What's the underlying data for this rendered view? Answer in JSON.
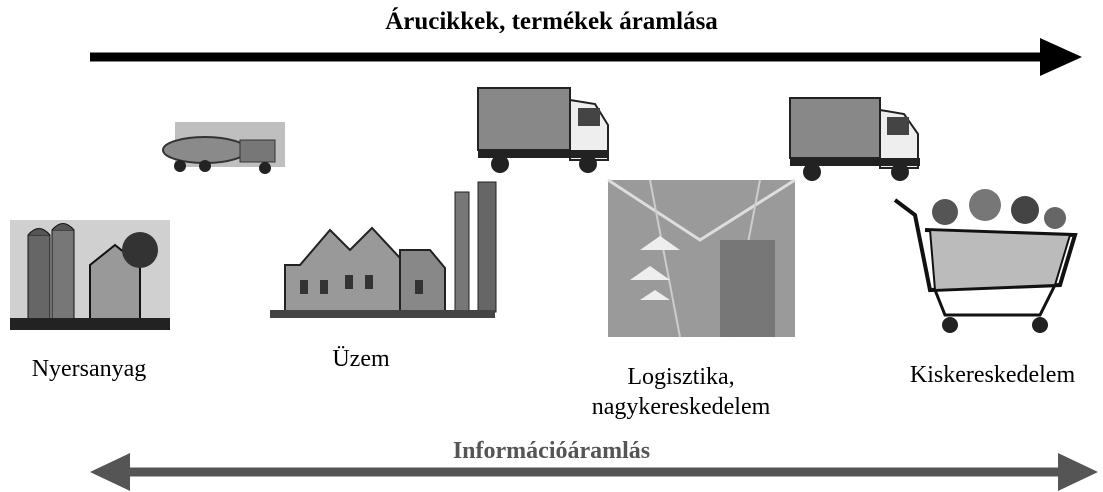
{
  "flows": {
    "goods_flow_label": "Árucikkek, termékek áramlása",
    "info_flow_label": "Információáramlás"
  },
  "stages": {
    "raw_material": "Nyersanyag",
    "plant": "Üzem",
    "logistics_line1": "Logisztika,",
    "logistics_line2": "nagykereskedelem",
    "retail": "Kiskereskedelem"
  },
  "colors": {
    "goods_arrow": "#000000",
    "info_arrow": "#555555"
  }
}
